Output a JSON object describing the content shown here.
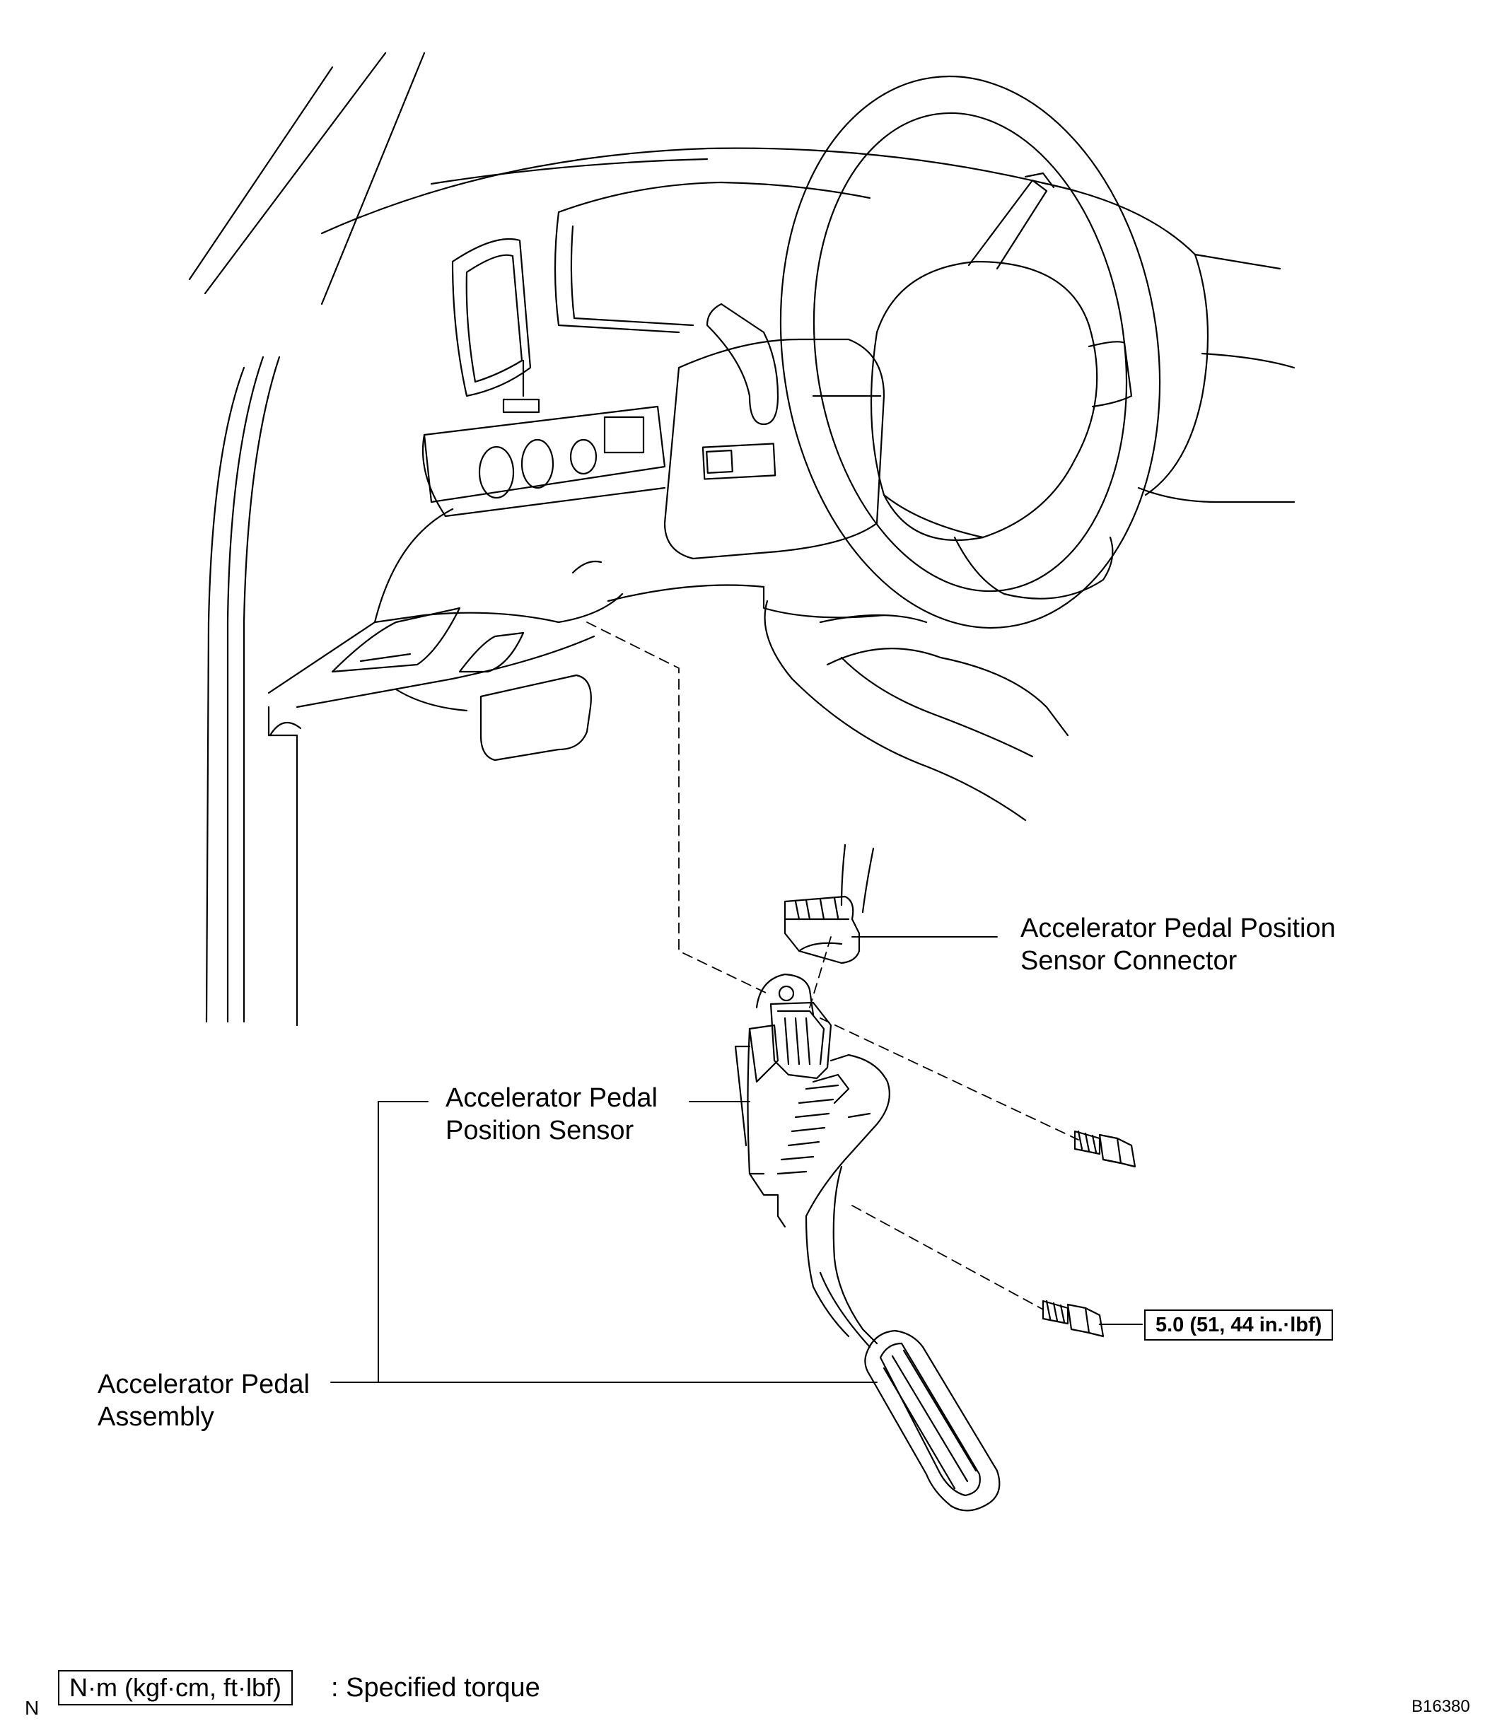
{
  "labels": {
    "connector_line1": "Accelerator Pedal Position",
    "connector_line2": "Sensor Connector",
    "sensor_line1": "Accelerator  Pedal",
    "sensor_line2": "Position Sensor",
    "assembly_line1": "Accelerator Pedal",
    "assembly_line2": "Assembly"
  },
  "torque": {
    "value": "5.0 (51, 44 in.·lbf)"
  },
  "legend": {
    "box_text": "N·m (kgf·cm, ft·lbf)",
    "description": ": Specified torque",
    "marker": "N"
  },
  "figure_code": "B16380"
}
